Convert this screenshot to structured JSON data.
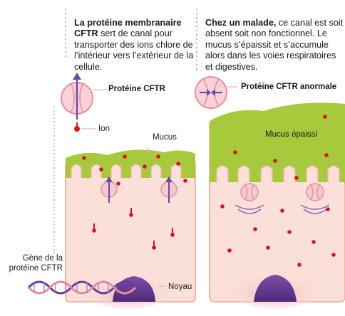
{
  "left_text": {
    "bold": "La protéine membranaire CFTR",
    "rest": " sert de canal pour transporter des ions chlore de l’intérieur vers l’extérieur de la cellule."
  },
  "right_text": {
    "bold": "Chez un malade,",
    "rest": " ce canal est soit absent soit non fonctionnel. Le mucus s’épaissit et s’accumule alors dans les voies respiratoires et digestives."
  },
  "labels": {
    "cftr_protein": "Protéine CFTR",
    "ion": "Ion",
    "mucus": "Mucus",
    "gene": "Gène de la\nprotéine CFTR",
    "nucleus": "Noyau",
    "cftr_abnormal": "Protéine CFTR anormale",
    "thick_mucus": "Mucus épaissi"
  },
  "colors": {
    "mucus_green": "#a7c93c",
    "cell_pink": "#fae0d8",
    "cell_border": "#f3b6a6",
    "ion_red": "#d4141b",
    "nucleus_purple": "#6b3d98",
    "channel_pink": "#f6c9cf",
    "arrow_purple": "#6d4b9c"
  }
}
